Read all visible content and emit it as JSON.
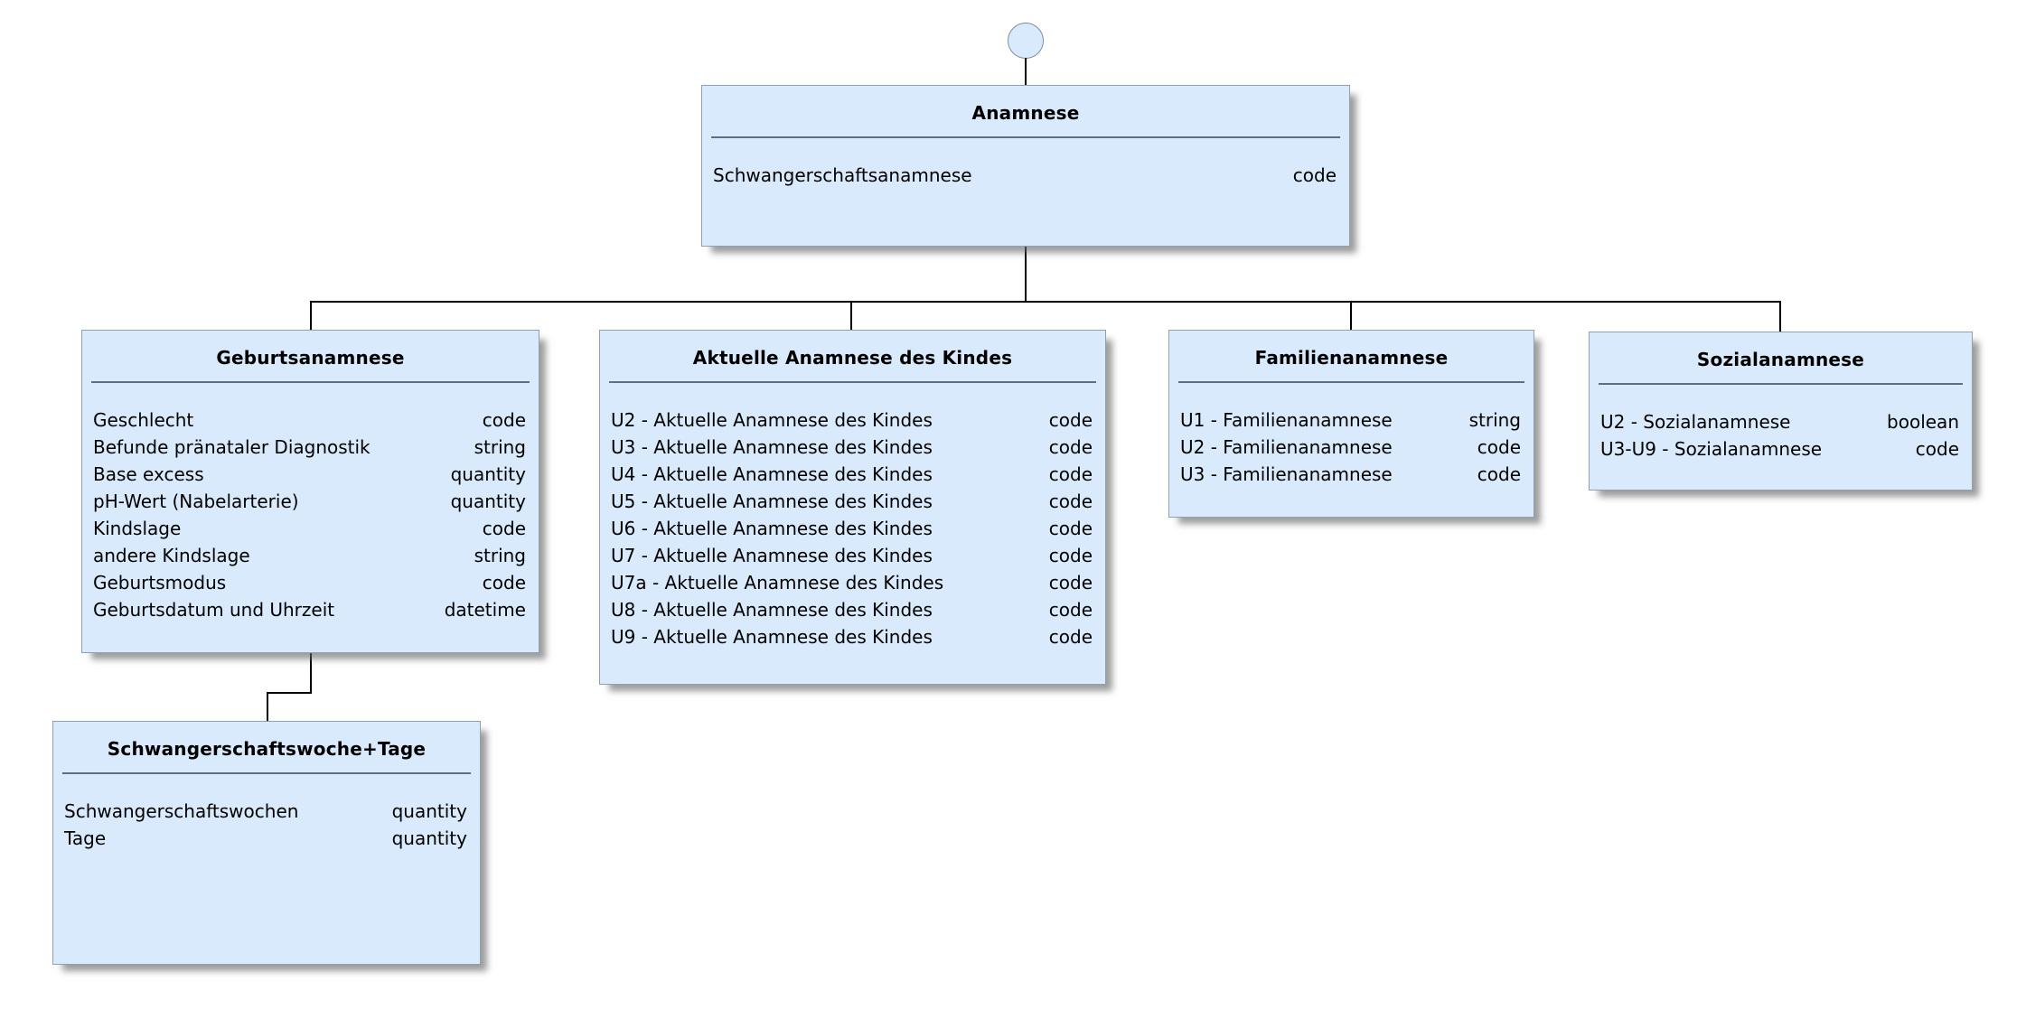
{
  "diagram": {
    "start_node_icon": "circle-node-icon",
    "boxes": [
      {
        "id": "anamnese",
        "title": "Anamnese",
        "rows": [
          {
            "label": "Schwangerschaftsanamnese",
            "type": "code"
          }
        ]
      },
      {
        "id": "geburtsanamnese",
        "title": "Geburtsanamnese",
        "rows": [
          {
            "label": "Geschlecht",
            "type": "code"
          },
          {
            "label": "Befunde pränataler Diagnostik",
            "type": "string"
          },
          {
            "label": "Base excess",
            "type": "quantity"
          },
          {
            "label": "pH-Wert (Nabelarterie)",
            "type": "quantity"
          },
          {
            "label": "Kindslage",
            "type": "code"
          },
          {
            "label": "andere Kindslage",
            "type": "string"
          },
          {
            "label": "Geburtsmodus",
            "type": "code"
          },
          {
            "label": "Geburtsdatum und Uhrzeit",
            "type": "datetime"
          }
        ]
      },
      {
        "id": "aktuelle-anamnese-des-kindes",
        "title": "Aktuelle Anamnese des Kindes",
        "rows": [
          {
            "label": "U2 - Aktuelle Anamnese des Kindes",
            "type": "code"
          },
          {
            "label": "U3 - Aktuelle Anamnese des Kindes",
            "type": "code"
          },
          {
            "label": "U4 - Aktuelle Anamnese des Kindes",
            "type": "code"
          },
          {
            "label": "U5 - Aktuelle Anamnese des Kindes",
            "type": "code"
          },
          {
            "label": "U6 - Aktuelle Anamnese des Kindes",
            "type": "code"
          },
          {
            "label": "U7 - Aktuelle Anamnese des Kindes",
            "type": "code"
          },
          {
            "label": "U7a - Aktuelle Anamnese des Kindes",
            "type": "code"
          },
          {
            "label": "U8 - Aktuelle Anamnese des Kindes",
            "type": "code"
          },
          {
            "label": "U9 - Aktuelle Anamnese des Kindes",
            "type": "code"
          }
        ]
      },
      {
        "id": "familienanamnese",
        "title": "Familienanamnese",
        "rows": [
          {
            "label": "U1 - Familienanamnese",
            "type": "string"
          },
          {
            "label": "U2 - Familienanamnese",
            "type": "code"
          },
          {
            "label": "U3 - Familienanamnese",
            "type": "code"
          }
        ]
      },
      {
        "id": "sozialanamnese",
        "title": "Sozialanamnese",
        "rows": [
          {
            "label": "U2 - Sozialanamnese",
            "type": "boolean"
          },
          {
            "label": "U3-U9 - Sozialanamnese",
            "type": "code"
          }
        ]
      },
      {
        "id": "schwangerschaftswoche-tage",
        "title": "Schwangerschaftswoche+Tage",
        "rows": [
          {
            "label": "Schwangerschaftswochen",
            "type": "quantity"
          },
          {
            "label": "Tage",
            "type": "quantity"
          }
        ]
      }
    ],
    "colors": {
      "box_fill": "#d9eafc",
      "box_border": "#90a0ae",
      "separator": "#5d7083",
      "connector": "#000000",
      "background": "#ffffff"
    }
  }
}
